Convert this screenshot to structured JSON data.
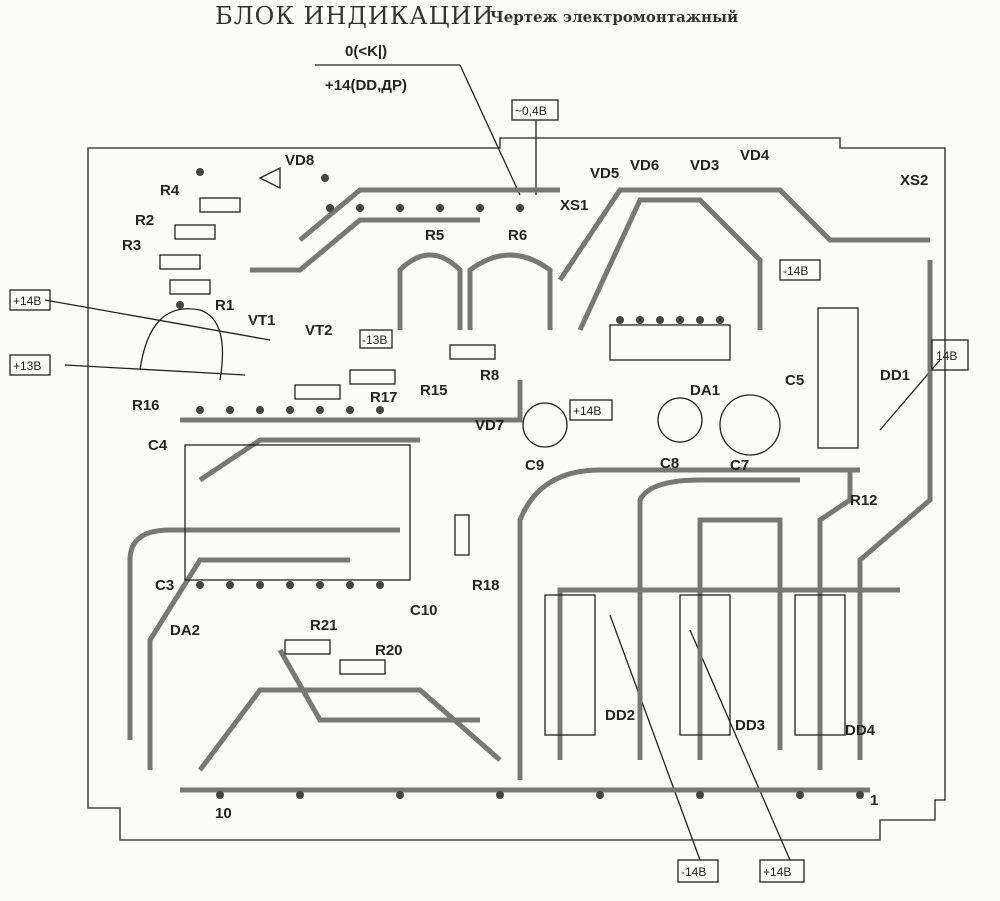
{
  "title": "БЛОК ИНДИКАЦИИ",
  "subtitle": "Чертеж электромонтажный",
  "fraction": {
    "numerator": "0(<K|)",
    "denominator": "+14(DD,ДР)"
  },
  "voltage_boxes": [
    "~0,4В",
    "+14В",
    "+13В",
    "-13В",
    "+14В",
    "-14В",
    "14В",
    "-14В",
    "+14В"
  ],
  "components": [
    "VD8",
    "R4",
    "R2",
    "R3",
    "R1",
    "VT1",
    "VT2",
    "R16",
    "C4",
    "C3",
    "R5",
    "R6",
    "R8",
    "R15",
    "R17",
    "VD7",
    "C9",
    "C8",
    "C7",
    "DA1",
    "C5",
    "DD1",
    "R12",
    "XS1",
    "XS2",
    "VD5",
    "VD6",
    "VD3",
    "VD4",
    "DA2",
    "R21",
    "R20",
    "C10",
    "R18",
    "DD2",
    "DD3",
    "DD4"
  ],
  "pins": [
    "10",
    "1"
  ]
}
